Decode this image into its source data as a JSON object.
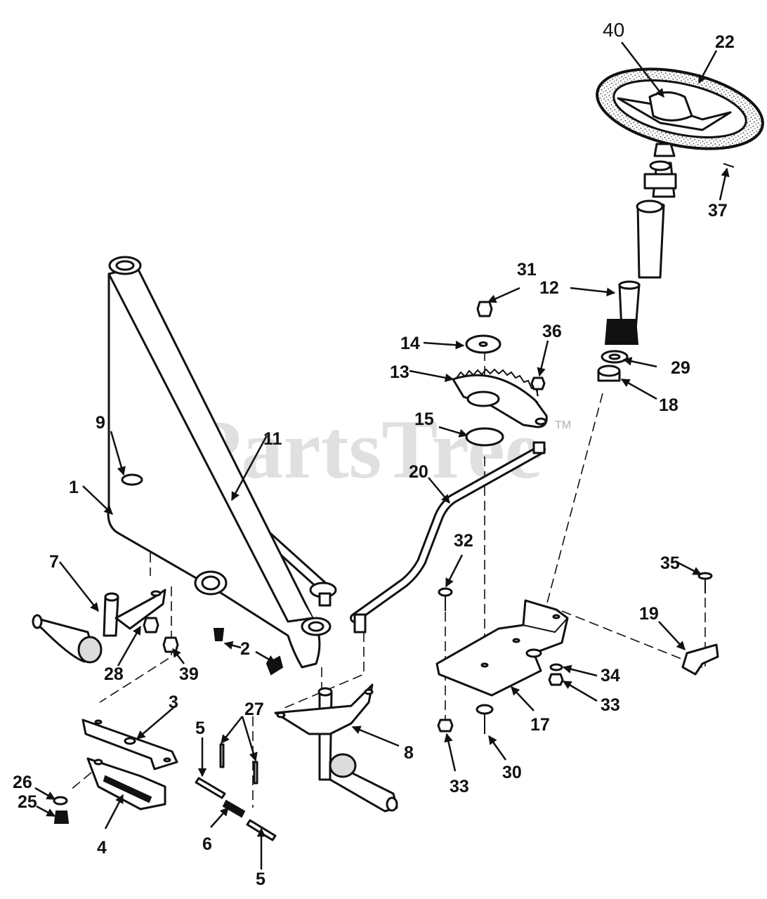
{
  "watermark": {
    "text": "PartsTree",
    "trademark": "TM"
  },
  "callouts": {
    "c1": "1",
    "c2": "2",
    "c3": "3",
    "c4": "4",
    "c5a": "5",
    "c5b": "5",
    "c6": "6",
    "c7": "7",
    "c8": "8",
    "c9": "9",
    "c11": "11",
    "c12": "12",
    "c13": "13",
    "c14": "14",
    "c15": "15",
    "c17": "17",
    "c18": "18",
    "c19": "19",
    "c20": "20",
    "c22": "22",
    "c25": "25",
    "c26": "26",
    "c27": "27",
    "c28": "28",
    "c29": "29",
    "c30": "30",
    "c31": "31",
    "c32": "32",
    "c33a": "33",
    "c33b": "33",
    "c34": "34",
    "c35": "35",
    "c36": "36",
    "c37": "37",
    "c39": "39",
    "c40": "40"
  }
}
